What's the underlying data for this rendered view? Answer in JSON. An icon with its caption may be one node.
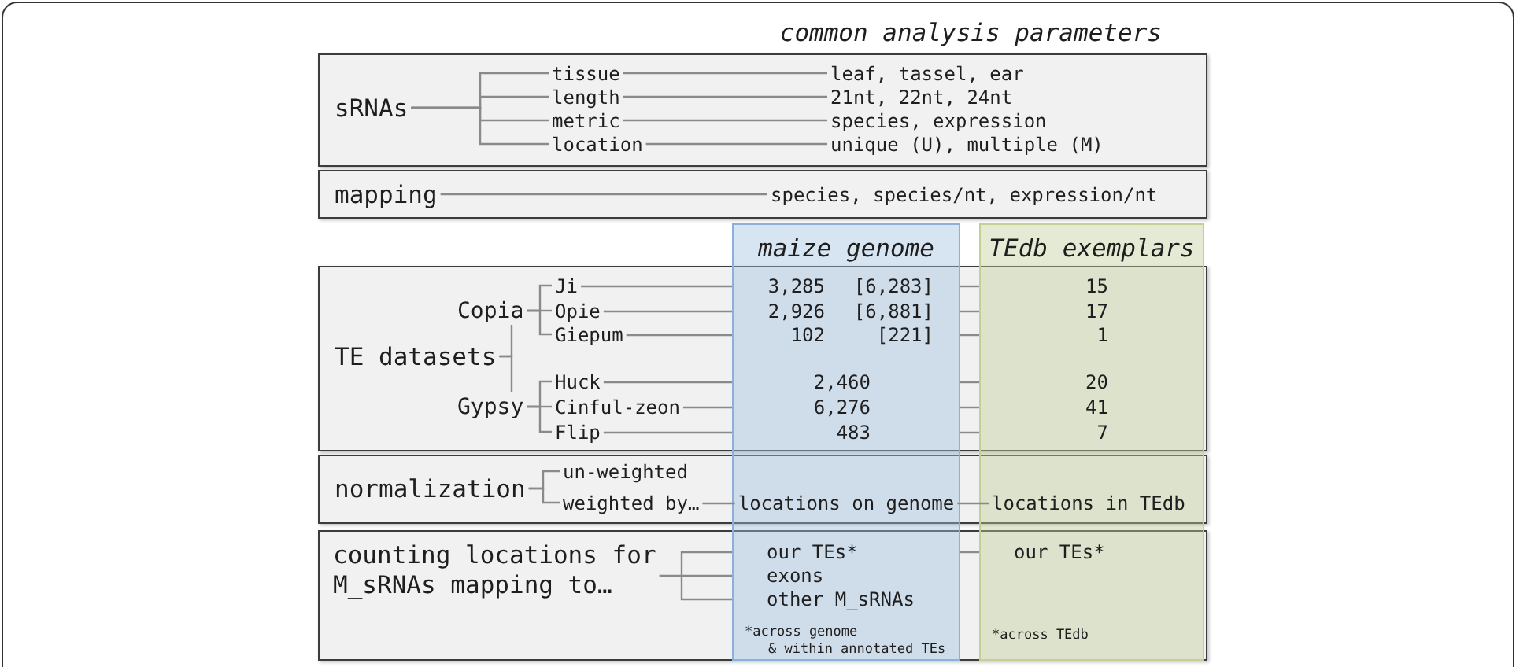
{
  "diagram": {
    "nodes": [
      {
        "text": [],
        "shape": "box"
      },
      {
        "text": [
          "sRNAs"
        ],
        "in": 0
      },
      {
        "text": [
          "tissue"
        ],
        "in": 0
      },
      {
        "text": [
          "length"
        ],
        "in": 0
      },
      {
        "text": [
          "metric"
        ],
        "in": 0
      },
      {
        "text": [
          "location"
        ],
        "in": 0
      },
      {
        "text": [
          "leaf, tassel, ear"
        ],
        "in": 0
      },
      {
        "text": [
          "21nt, 22nt, 24nt"
        ],
        "in": 0
      },
      {
        "text": [
          "species, expression"
        ],
        "in": 0
      },
      {
        "text": [
          "unique (U), multiple (M)"
        ],
        "in": 0
      },
      {
        "text": [],
        "shape": "box"
      },
      {
        "text": [
          "mapping"
        ],
        "in": 10
      },
      {
        "text": [
          "species, species/nt, expression/nt"
        ],
        "in": 10
      },
      {
        "text": [
          "maize genome"
        ]
      },
      {
        "text": [
          "TEdb exemplars"
        ]
      },
      {
        "text": [],
        "shape": "box"
      },
      {
        "text": [
          "TE datasets"
        ],
        "in": 15
      },
      {
        "text": [
          "Copia"
        ],
        "in": 15
      },
      {
        "text": [
          "Gypsy"
        ],
        "in": 15
      },
      {
        "text": [
          "Ji"
        ],
        "in": 15
      },
      {
        "text": [
          "Opie"
        ],
        "in": 15
      },
      {
        "text": [
          "Giepum"
        ],
        "in": 15
      },
      {
        "text": [
          "Huck"
        ],
        "in": 15
      },
      {
        "text": [
          "Cinful-zeon"
        ],
        "in": 15
      },
      {
        "text": [
          "Flip"
        ],
        "in": 15
      },
      {
        "text": [],
        "shape": "box"
      },
      {
        "text": [
          "normalization"
        ],
        "in": 25
      },
      {
        "text": [
          "un-weighted"
        ],
        "in": 25
      },
      {
        "text": [
          "weighted by…"
        ],
        "in": 25
      },
      {
        "text": [
          "locations on genome"
        ]
      },
      {
        "text": [
          "locations in TEdb"
        ]
      },
      {
        "text": [],
        "shape": "box"
      },
      {
        "text": [
          "counting locations for M_sRNAs mapping to…"
        ],
        "in": 31
      }
    ],
    "edges": [
      {
        "from": 1,
        "to": 2,
        "arrow": "none"
      },
      {
        "from": 1,
        "to": 3,
        "arrow": "none"
      },
      {
        "from": 1,
        "to": 4,
        "arrow": "none"
      },
      {
        "from": 1,
        "to": 5,
        "arrow": "none"
      },
      {
        "from": 2,
        "to": 6,
        "arrow": "none"
      },
      {
        "from": 3,
        "to": 7,
        "arrow": "none"
      },
      {
        "from": 4,
        "to": 8,
        "arrow": "none"
      },
      {
        "from": 5,
        "to": 9,
        "arrow": "none"
      },
      {
        "from": 11,
        "to": 12,
        "arrow": "none"
      },
      {
        "from": 16,
        "to": 17,
        "arrow": "none"
      },
      {
        "from": 16,
        "to": 18,
        "arrow": "none"
      },
      {
        "from": 17,
        "to": 19,
        "arrow": "none"
      },
      {
        "from": 17,
        "to": 20,
        "arrow": "none"
      },
      {
        "from": 17,
        "to": 21,
        "arrow": "none"
      },
      {
        "from": 18,
        "to": 22,
        "arrow": "none"
      },
      {
        "from": 18,
        "to": 23,
        "arrow": "none"
      },
      {
        "from": 18,
        "to": 24,
        "arrow": "none"
      },
      {
        "from": 19,
        "to": 13,
        "arrow": "none"
      },
      {
        "from": 20,
        "to": 13,
        "arrow": "none"
      },
      {
        "from": 21,
        "to": 13,
        "arrow": "none"
      },
      {
        "from": 22,
        "to": 13,
        "arrow": "none"
      },
      {
        "from": 23,
        "to": 13,
        "arrow": "none"
      },
      {
        "from": 24,
        "to": 13,
        "arrow": "none"
      },
      {
        "from": 13,
        "to": 14,
        "arrow": "none"
      },
      {
        "from": 13,
        "to": 14,
        "arrow": "none"
      },
      {
        "from": 13,
        "to": 14,
        "arrow": "none"
      },
      {
        "from": 13,
        "to": 14,
        "arrow": "none"
      },
      {
        "from": 13,
        "to": 14,
        "arrow": "none"
      },
      {
        "from": 13,
        "to": 14,
        "arrow": "none"
      },
      {
        "from": 26,
        "to": 27,
        "arrow": "none"
      },
      {
        "from": 26,
        "to": 28,
        "arrow": "none"
      },
      {
        "from": 28,
        "to": 29,
        "arrow": "none"
      },
      {
        "from": 29,
        "to": 30,
        "arrow": "none"
      },
      {
        "from": 32,
        "to": 13,
        "arrow": "none"
      },
      {
        "from": 13,
        "to": 14,
        "arrow": "none"
      }
    ],
    "labels": [
      "common analysis parameters",
      "3,285",
      "[6,283]",
      "15",
      "2,926",
      "[6,881]",
      "17",
      "102",
      "[221]",
      "1",
      "2,460",
      "20",
      "6,276",
      "41",
      "483",
      "7",
      "our TEs*",
      "our TEs*",
      "exons",
      "other M_sRNAs",
      "*across genome & within annotated TEs",
      "*across TEdb"
    ]
  }
}
